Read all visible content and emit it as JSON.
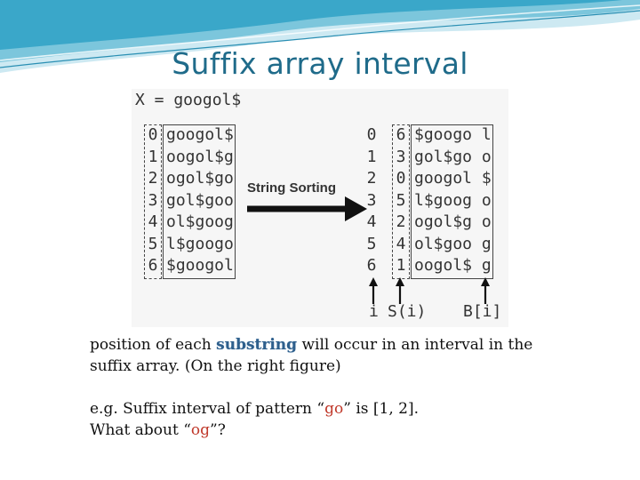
{
  "slide": {
    "title": "Suffix array interval"
  },
  "figure": {
    "x_label": "X = googol$",
    "left_indices": [
      "0",
      "1",
      "2",
      "3",
      "4",
      "5",
      "6"
    ],
    "left_suffixes": [
      "googol$",
      "oogol$g",
      "ogol$go",
      "gol$goo",
      "ol$goog",
      "l$googo",
      "$googol"
    ],
    "arrow_label": "String Sorting",
    "right_i": [
      "0",
      "1",
      "2",
      "3",
      "4",
      "5",
      "6"
    ],
    "right_s": [
      "6",
      "3",
      "0",
      "5",
      "2",
      "4",
      "1"
    ],
    "right_strings": [
      "$googo",
      "gol$go",
      "googol",
      "l$goog",
      "ogol$g",
      "ol$goo",
      "oogol$"
    ],
    "right_b": [
      "l",
      "o",
      "$",
      "o",
      "o",
      "g",
      "g"
    ],
    "bottom_labels": {
      "i": "i",
      "s": "S(i)",
      "b": "B[i]"
    }
  },
  "text": {
    "line1_pre": "position of each ",
    "line1_hl": "substring",
    "line1_post": " will occur in an interval in the",
    "line2": "suffix array. (On the right figure)",
    "line3_pre": "e.g. Suffix interval of pattern “",
    "line3_hl": "go",
    "line3_post": "” is [1, 2].",
    "line4_pre": "What about “",
    "line4_hl": "og",
    "line4_post": "”?"
  },
  "colors": {
    "title": "#1f6b8a",
    "accent_blue": "#2e5f8c",
    "accent_red": "#c0392b",
    "wave_teal": "#3aa7c9"
  }
}
